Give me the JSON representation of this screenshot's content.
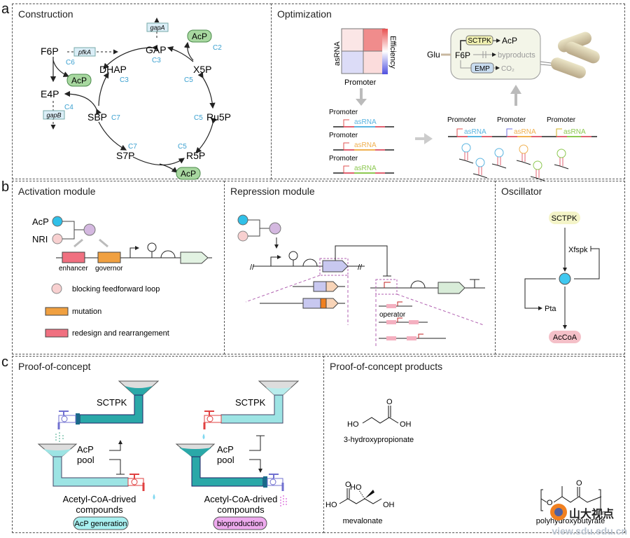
{
  "panel_labels": {
    "a": "a",
    "b": "b",
    "c": "c"
  },
  "construction": {
    "title": "Construction",
    "metabolites": {
      "F6P": "F6P",
      "E4P": "E4P",
      "GAP": "GAP",
      "DHAP": "DHAP",
      "X5P": "X5P",
      "SBP": "SBP",
      "Ru5P": "Ru5P",
      "S7P": "S7P",
      "R5P": "R5P"
    },
    "carbon_labels": {
      "F6P": "C6",
      "E4P": "C4",
      "GAP": "C3",
      "DHAP": "C3",
      "X5P": "C5",
      "X5P_AcP": "C2",
      "SBP": "C7",
      "Ru5P": "C5",
      "S7P": "C7",
      "R5P": "C5"
    },
    "genes": {
      "pfkA": "pfkA",
      "gapA": "gapA",
      "gapB": "gapB"
    },
    "product": "AcP"
  },
  "optimization": {
    "title": "Optimization",
    "heatmap": {
      "ylabel": "asRNA",
      "xlabel": "Promoter",
      "colorbar_label": "Efficiency",
      "cells": [
        {
          "row": "top",
          "col": "left",
          "color": "#fbe6e6"
        },
        {
          "row": "top",
          "col": "right",
          "color": "#f08c8c"
        },
        {
          "row": "bottom",
          "col": "left",
          "color": "#dcdcf7"
        },
        {
          "row": "bottom",
          "col": "right",
          "color": "#fbdcdc"
        }
      ]
    },
    "constructs": [
      {
        "promoter": "Promoter",
        "label": "asRNA",
        "color": "#5ab4e0"
      },
      {
        "promoter": "Promoter",
        "label": "asRNA",
        "color": "#f0b050"
      },
      {
        "promoter": "Promoter",
        "label": "asRNA",
        "color": "#8cc850"
      }
    ],
    "multiplex": [
      {
        "promoter": "Promoter",
        "label": "asRNA",
        "color": "#5ab4e0",
        "arrow": "#e05050"
      },
      {
        "promoter": "Promoter",
        "label": "asRNA",
        "color": "#f0b050",
        "arrow": "#7070e0"
      },
      {
        "promoter": "Promoter",
        "label": "asRNA",
        "color": "#8cc850",
        "arrow": "#d0b020"
      }
    ],
    "cell": {
      "input": "Glu",
      "hub": "F6P",
      "enzyme1": "SCTPK",
      "out1": "AcP",
      "out2": "byproducts",
      "enzyme2": "EMP",
      "out3": "CO₂"
    }
  },
  "activation": {
    "title": "Activation module",
    "inputs": [
      "AcP",
      "NRI"
    ],
    "parts": [
      "enhancer",
      "governor"
    ],
    "legend": [
      {
        "icon": "pink-circle",
        "label": "blocking feedforward loop"
      },
      {
        "icon": "orange-box",
        "label": "mutation"
      },
      {
        "icon": "red-box",
        "label": "redesign and rearrangement"
      }
    ]
  },
  "repression": {
    "title": "Repression module",
    "operator_label": "operator"
  },
  "oscillator": {
    "title": "Oscillator",
    "top": "SCTPK",
    "inhibitor": "Xfspk",
    "side": "Pta",
    "bottom": "AcCoA"
  },
  "proof": {
    "title": "Proof-of-concept",
    "left": {
      "pipe": "SCTPK",
      "pool": [
        "AcP",
        "pool"
      ],
      "compounds": [
        "Acetyl-CoA-drived",
        "compounds"
      ],
      "badge": "AcP generation"
    },
    "right": {
      "pipe": "SCTPK",
      "pool": [
        "AcP",
        "pool"
      ],
      "compounds": [
        "Acetyl-CoA-drived",
        "compounds"
      ],
      "badge": "bioproduction"
    }
  },
  "products": {
    "title": "Proof-of-concept products",
    "items": [
      {
        "name": "3-hydroxypropionate",
        "groups": [
          "HO",
          "OH",
          "O"
        ]
      },
      {
        "name": "mevalonate",
        "groups": [
          "HO",
          "HO",
          "OH",
          "O"
        ]
      },
      {
        "name": "polyhydroxybutyrate",
        "groups": [
          "O",
          "O",
          "n"
        ]
      }
    ]
  },
  "watermark": {
    "brand": "山大视点",
    "url": "view.sdu.edu.cn"
  }
}
